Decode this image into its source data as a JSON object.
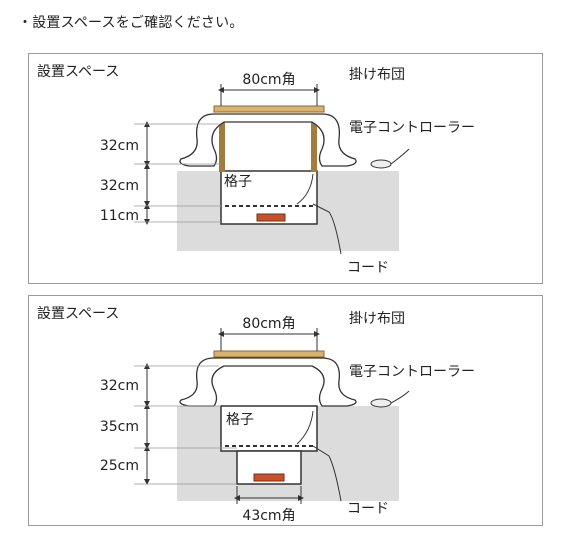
{
  "heading": "・設置スペースをご確認ください。",
  "colors": {
    "floor": "#dcdcdc",
    "frame": "#a27c3c",
    "kotatsu_top": "#d9b36e",
    "heater": "#c8502a",
    "border": "#9a9a9a"
  },
  "panels": [
    {
      "title": "設置スペース",
      "width_label": "80cm角",
      "futon_label": "掛け布団",
      "controller_label": "電子コントローラー",
      "grid_label": "格子",
      "cord_label": "コード",
      "dims": [
        "32cm",
        "32cm",
        "11cm"
      ]
    },
    {
      "title": "設置スペース",
      "width_label": "80cm角",
      "futon_label": "掛け布団",
      "controller_label": "電子コントローラー",
      "grid_label": "格子",
      "cord_label": "コード",
      "dims": [
        "32cm",
        "35cm",
        "25cm"
      ],
      "bottom_label": "43cm角"
    }
  ]
}
